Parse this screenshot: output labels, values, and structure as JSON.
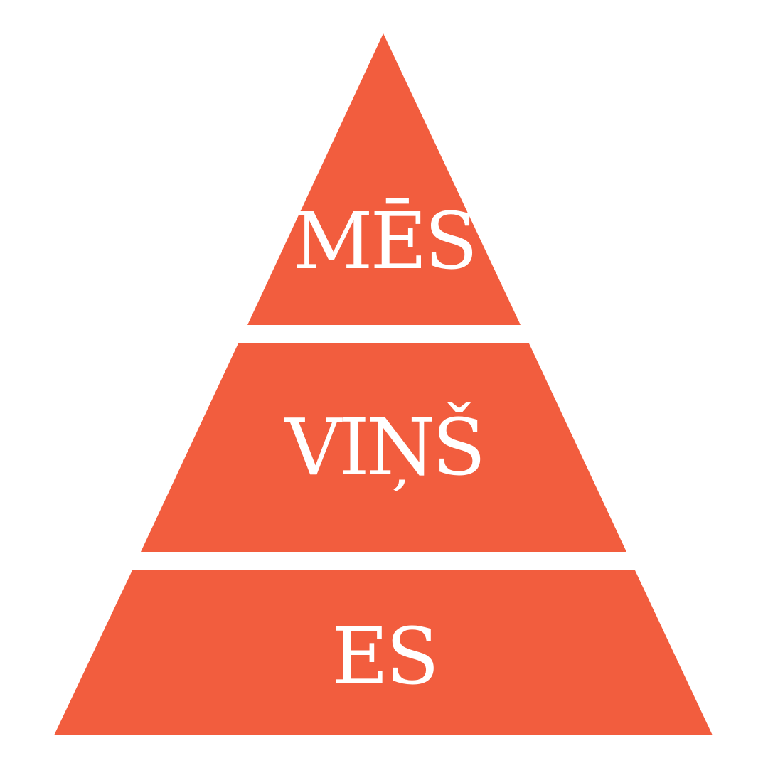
{
  "diagram": {
    "background_color": "#ffffff",
    "tier_color": "#f25d3e",
    "label_color": "#ffffff",
    "tiers": [
      {
        "id": "top",
        "label": "MĒS"
      },
      {
        "id": "middle",
        "label": "VIŅŠ"
      },
      {
        "id": "bottom",
        "label": "ES"
      }
    ]
  }
}
